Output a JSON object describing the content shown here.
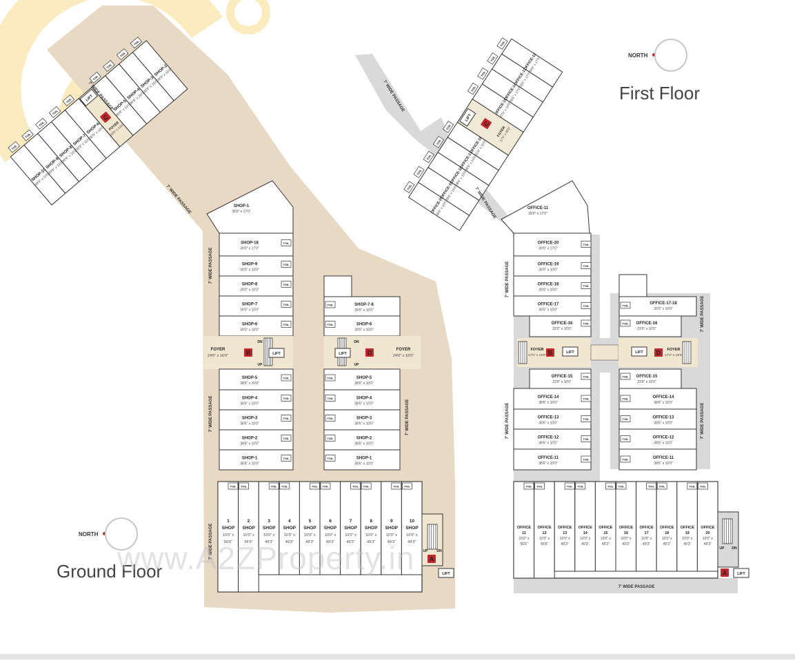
{
  "watermark": "www.A2ZProperty.in",
  "colors": {
    "passage": "#e8d9c4",
    "passage_first": "#d9d9d9",
    "foyer": "#f1e6cf",
    "room": "#ffffff",
    "wall": "#333333",
    "badge": "#c0272d",
    "logo": "#f7c84a"
  },
  "ground": {
    "title": "Ground Floor",
    "north": "NORTH",
    "passage_label": "7' WIDE PASSAGE",
    "wing_shops": [
      {
        "name": "SHOP-10",
        "dim": "39'9\" x 10'0\""
      },
      {
        "name": "SHOP-9",
        "dim": "39'9\" x 10'0\""
      },
      {
        "name": "SHOP-8",
        "dim": "39'9\" x 10'0\""
      },
      {
        "name": "SHOP-7",
        "dim": "39'9\" x 10'0\""
      },
      {
        "name": "SHOP-6",
        "dim": "39'9\" x 10'0\""
      },
      {
        "name": "SHOP-5",
        "dim": "39'9\" x 10'0\""
      },
      {
        "name": "SHOP-4",
        "dim": "39'9\" x 10'0\""
      },
      {
        "name": "SHOP-3",
        "dim": "39'9\" x 10'0\""
      },
      {
        "name": "SHOP-2",
        "dim": "39'9\" x 10'0\""
      }
    ],
    "shop1": {
      "name": "SHOP-1",
      "dim": "39'0\" x 17'0\""
    },
    "foyer_c": {
      "label": "FOYER",
      "dim": "10'0\" x 24'6\"",
      "badge": "C",
      "lift": "LIFT"
    },
    "left_shops_top": [
      {
        "name": "SHOP-18",
        "dim": "39'0\" x 17'0\""
      },
      {
        "name": "SHOP-9",
        "dim": "39'0\" x 10'0\""
      },
      {
        "name": "SHOP-8",
        "dim": "39'0\" x 10'0\""
      },
      {
        "name": "SHOP-7",
        "dim": "39'0\" x 10'0\""
      },
      {
        "name": "SHOP-6",
        "dim": "39'0\" x 10'0\""
      }
    ],
    "left_shops_bottom": [
      {
        "name": "SHOP-5",
        "dim": "38'6\" x 10'0\""
      },
      {
        "name": "SHOP-4",
        "dim": "38'6\" x 10'0\""
      },
      {
        "name": "SHOP-3",
        "dim": "38'6\" x 10'0\""
      },
      {
        "name": "SHOP-2",
        "dim": "38'6\" x 10'0\""
      },
      {
        "name": "SHOP-1",
        "dim": "38'6\" x 10'0\""
      }
    ],
    "right_shops_top": [
      {
        "name": "SHOP-7-8",
        "dim": "39'0\" x 10'0\""
      },
      {
        "name": "SHOP-6",
        "dim": "39'0\" x 10'0\""
      }
    ],
    "right_shops_bottom": [
      {
        "name": "SHOP-5",
        "dim": "38'6\" x 10'0\""
      },
      {
        "name": "SHOP-4",
        "dim": "38'6\" x 10'0\""
      },
      {
        "name": "SHOP-3",
        "dim": "38'6\" x 10'0\""
      },
      {
        "name": "SHOP-2",
        "dim": "38'6\" x 10'0\""
      },
      {
        "name": "SHOP-1",
        "dim": "38'6\" x 10'0\""
      }
    ],
    "foyer_b": {
      "label": "FOYER",
      "dim": "24'6\" x 16'0\"",
      "badge": "B",
      "lift": "LIFT",
      "dn": "DN",
      "up": "UP"
    },
    "foyer_d": {
      "label": "FOYER",
      "dim": "24'6\" x 16'0\"",
      "badge": "D",
      "lift": "LIFT",
      "dn": "DN",
      "up": "UP"
    },
    "bottom_shops": [
      {
        "num": "1",
        "name": "SHOP",
        "w": "10'0\" x",
        "d": "56'6\""
      },
      {
        "num": "2",
        "name": "SHOP",
        "w": "10'0\" x",
        "d": "56'6\""
      },
      {
        "num": "3",
        "name": "SHOP",
        "w": "10'0\" x",
        "d": "49'3\""
      },
      {
        "num": "4",
        "name": "SHOP",
        "w": "10'0\" x",
        "d": "49'3\""
      },
      {
        "num": "5",
        "name": "SHOP",
        "w": "10'0\" x",
        "d": "49'3\""
      },
      {
        "num": "6",
        "name": "SHOP",
        "w": "10'0\" x",
        "d": "49'3\""
      },
      {
        "num": "7",
        "name": "SHOP",
        "w": "10'0\" x",
        "d": "49'3\""
      },
      {
        "num": "8",
        "name": "SHOP",
        "w": "10'0\" x",
        "d": "49'3\""
      },
      {
        "num": "9",
        "name": "SHOP",
        "w": "10'0\" x",
        "d": "49'3\""
      },
      {
        "num": "10",
        "name": "SHOP",
        "w": "10'0\" x",
        "d": "49'3\""
      }
    ],
    "core_a": {
      "badge": "A",
      "lift": "LIFT",
      "up": "UP",
      "dn": "DN"
    },
    "toilet": "TOIL"
  },
  "first": {
    "title": "First Floor",
    "north": "NORTH",
    "passage_label": "7' WIDE PASSAGE",
    "wing_offices": [
      {
        "name": "OFFICE-20",
        "dim": "38'6\" x 10'0\""
      },
      {
        "name": "OFFICE-19",
        "dim": "38'6\" x 10'0\""
      },
      {
        "name": "OFFICE-18",
        "dim": "38'6\" x 10'0\""
      },
      {
        "name": "OFFICE-17",
        "dim": "38'6\" x 10'0\""
      },
      {
        "name": "OFFICE-16",
        "dim": "23'9\" x 10'0\""
      },
      {
        "name": "OFFICE-15",
        "dim": "23'9\" x 10'0\""
      },
      {
        "name": "OFFICE-14",
        "dim": "38'6\" x 17'0\""
      },
      {
        "name": "OFFICE-13",
        "dim": "38'6\" x 17'0\""
      },
      {
        "name": "OFFICE-12",
        "dim": "38'6\" x 17'0\""
      }
    ],
    "office11": {
      "name": "OFFICE-11",
      "dim": "39'0\" x 17'0\""
    },
    "foyer_c": {
      "label": "FOYER",
      "dim": "17'0\" x 18'0\"",
      "badge": "C",
      "lift": "LIFT"
    },
    "left_top": [
      {
        "name": "OFFICE-20",
        "dim": "39'0\" x 17'0\""
      },
      {
        "name": "OFFICE-19",
        "dim": "39'0\" x 10'0\""
      },
      {
        "name": "OFFICE-18",
        "dim": "39'0\" x 10'0\""
      },
      {
        "name": "OFFICE-17",
        "dim": "39'0\" x 10'0\""
      }
    ],
    "left_16": {
      "name": "OFFICE-16",
      "dim": "23'9\" x 10'0\""
    },
    "left_15": {
      "name": "OFFICE-15",
      "dim": "23'9\" x 10'0\""
    },
    "left_bottom": [
      {
        "name": "OFFICE-14",
        "dim": "38'6\" x 10'0\""
      },
      {
        "name": "OFFICE-13",
        "dim": "38'6\" x 10'0\""
      },
      {
        "name": "OFFICE-12",
        "dim": "38'6\" x 10'0\""
      },
      {
        "name": "OFFICE-11",
        "dim": "38'6\" x 10'0\""
      }
    ],
    "right_top": {
      "name": "OFFICE-17-18",
      "dim": "39'0\" x 10'0\""
    },
    "right_16": {
      "name": "OFFICE-16",
      "dim": "23'9\" x 10'0\""
    },
    "right_15": {
      "name": "OFFICE-15",
      "dim": "23'9\" x 10'0\""
    },
    "right_bottom": [
      {
        "name": "OFFICE-14",
        "dim": "38'6\" x 10'0\""
      },
      {
        "name": "OFFICE-13",
        "dim": "38'6\" x 10'0\""
      },
      {
        "name": "OFFICE-12",
        "dim": "38'6\" x 10'0\""
      },
      {
        "name": "OFFICE-11",
        "dim": "38'6\" x 10'0\""
      }
    ],
    "foyer_b": {
      "label": "FOYER",
      "dim": "17'0\" x 16'0\"",
      "badge": "B",
      "lift": "LIFT"
    },
    "foyer_d": {
      "label": "FOYER",
      "dim": "17'0\" x 16'0\"",
      "badge": "D",
      "lift": "LIFT"
    },
    "bottom_offices": [
      {
        "name": "OFFICE",
        "num": "11",
        "w": "10'0\" x",
        "d": "56'6\""
      },
      {
        "name": "OFFICE",
        "num": "12",
        "w": "10'0\" x",
        "d": "56'6\""
      },
      {
        "name": "OFFICE",
        "num": "13",
        "w": "10'0\" x",
        "d": "49'3\""
      },
      {
        "name": "OFFICE",
        "num": "14",
        "w": "10'0\" x",
        "d": "49'3\""
      },
      {
        "name": "OFFICE",
        "num": "15",
        "w": "10'0\" x",
        "d": "49'3\""
      },
      {
        "name": "OFFICE",
        "num": "16",
        "w": "10'0\" x",
        "d": "49'3\""
      },
      {
        "name": "OFFICE",
        "num": "17",
        "w": "10'0\" x",
        "d": "49'3\""
      },
      {
        "name": "OFFICE",
        "num": "18",
        "w": "10'0\" x",
        "d": "49'3\""
      },
      {
        "name": "OFFICE",
        "num": "19",
        "w": "10'0\" x",
        "d": "49'3\""
      },
      {
        "name": "OFFICE",
        "num": "20",
        "w": "10'0\" x",
        "d": "49'3\""
      }
    ],
    "core_a": {
      "badge": "A",
      "lift": "LIFT",
      "up": "UP",
      "dn": "DN"
    },
    "toilet": "TOIL"
  }
}
